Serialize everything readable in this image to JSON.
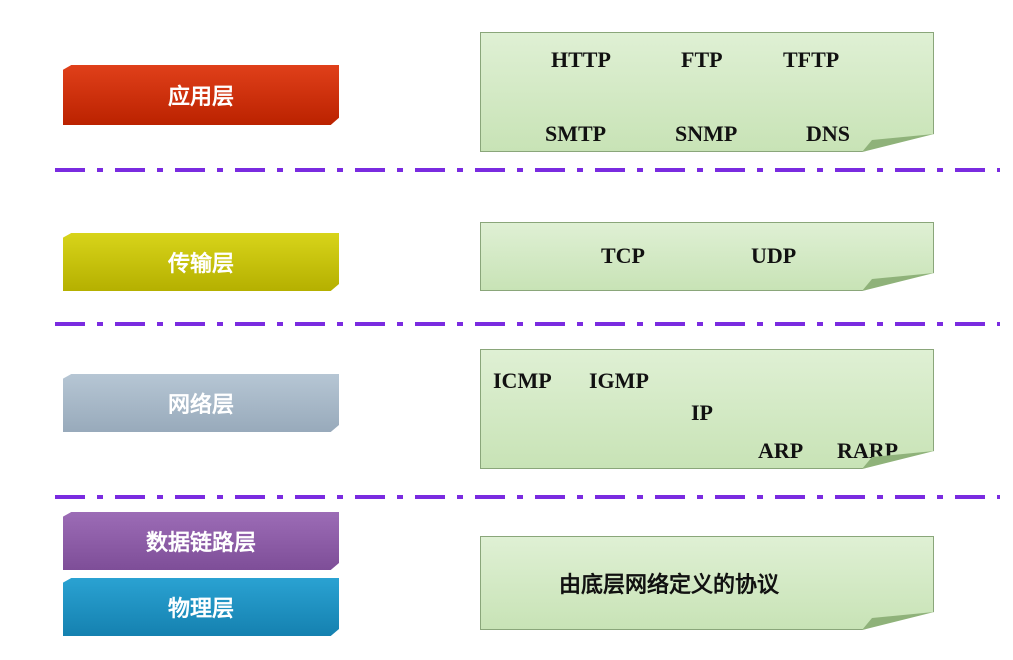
{
  "layers": {
    "application": "应用层",
    "transport": "传输层",
    "network": "网络层",
    "datalink": "数据链路层",
    "physical": "物理层"
  },
  "protocols": {
    "application": [
      "HTTP",
      "FTP",
      "TFTP",
      "SMTP",
      "SNMP",
      "DNS"
    ],
    "transport": [
      "TCP",
      "UDP"
    ],
    "network": [
      "ICMP",
      "IGMP",
      "IP",
      "ARP",
      "RARP"
    ],
    "lower": "由底层网络定义的协议"
  },
  "colors": {
    "application": "#cc2200",
    "transport": "#c4c000",
    "network": "#a6b8c8",
    "datalink": "#8c5ca6",
    "physical": "#1b8fc0",
    "separator": "#7a2be0",
    "box_fill": "#d4ebc4"
  }
}
